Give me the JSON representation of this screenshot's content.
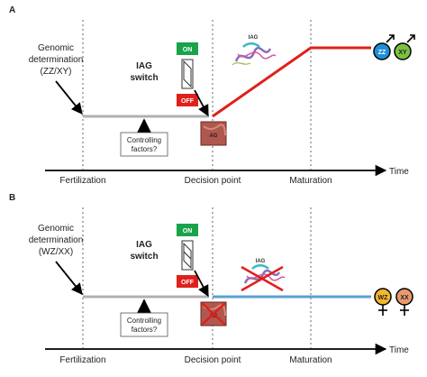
{
  "panelA": {
    "letter": "A",
    "genomic_line1": "Genomic",
    "genomic_line2": "determination",
    "genomic_line3": "(ZZ/XY)",
    "switch_line1": "IAG",
    "switch_line2": "switch",
    "on_label": "ON",
    "off_label": "OFF",
    "iag_label": "IAG",
    "ag_label": "AG",
    "controlling_line1": "Controlling",
    "controlling_line2": "factors?",
    "axis": {
      "start": "Fertilization",
      "mid": "Decision point",
      "late": "Maturation",
      "end": "Time"
    },
    "outcomes": [
      "ZZ",
      "XY"
    ],
    "outcome_sex": "male"
  },
  "panelB": {
    "letter": "B",
    "genomic_line1": "Genomic",
    "genomic_line2": "determination",
    "genomic_line3": "(WZ/XX)",
    "switch_line1": "IAG",
    "switch_line2": "switch",
    "on_label": "ON",
    "off_label": "OFF",
    "iag_label": "IAG",
    "ag_label": "AG",
    "controlling_line1": "Controlling",
    "controlling_line2": "factors?",
    "axis": {
      "start": "Fertilization",
      "mid": "Decision point",
      "late": "Maturation",
      "end": "Time"
    },
    "outcomes": [
      "WZ",
      "XX"
    ],
    "outcome_sex": "female"
  },
  "colors": {
    "on": "#1aa34a",
    "off": "#e0201b",
    "male_path": "#e0201b",
    "female_path": "#5aa0d0",
    "pre_path": "#b0b0b0",
    "zz": "#1e90d6",
    "xy": "#7ac142",
    "wz": "#f2b62a",
    "xx": "#e89a6a",
    "gland": "#b0584e"
  }
}
